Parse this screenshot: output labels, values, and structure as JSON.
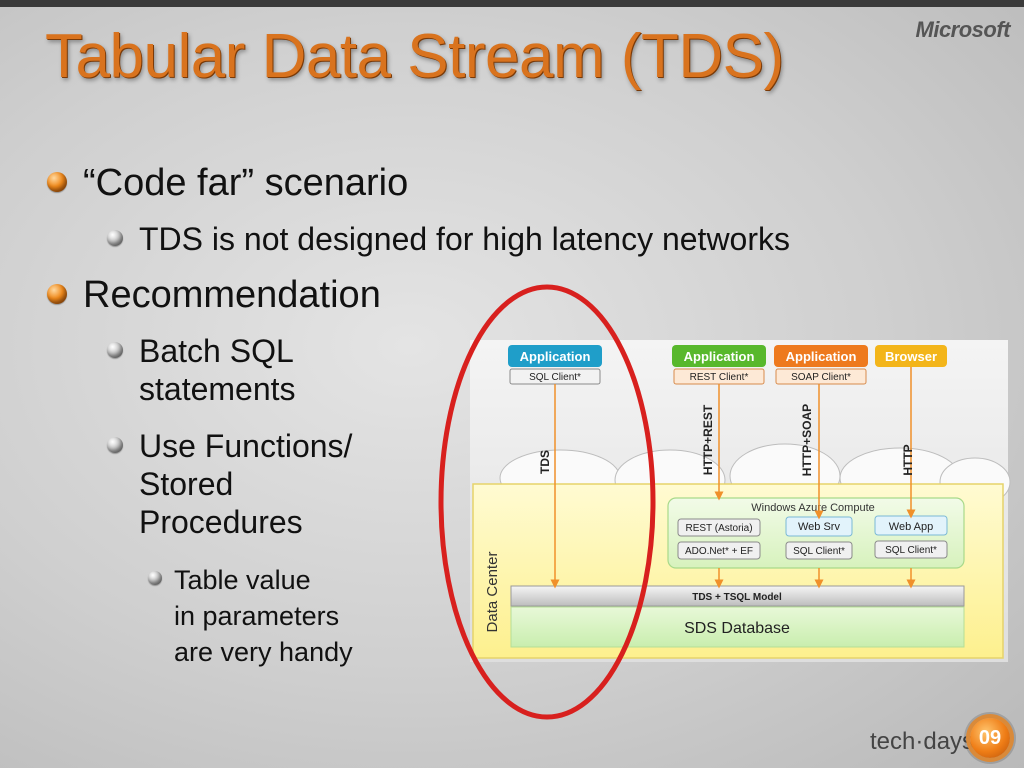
{
  "slide": {
    "title": "Tabular Data Stream (TDS)",
    "logo": "Microsoft",
    "bullets": {
      "b1": "“Code far” scenario",
      "b1_1": "TDS is not designed for high latency networks",
      "b2": "Recommendation",
      "b2_1_line1": "Batch SQL",
      "b2_1_line2": "statements",
      "b2_2_line1": "Use Functions/",
      "b2_2_line2": "Stored",
      "b2_2_line3": "Procedures",
      "b2_2_1_line1": "Table value",
      "b2_2_1_line2": "in parameters",
      "b2_2_1_line3": "are very handy"
    },
    "footer": {
      "brand": "tech·days",
      "badge": "09"
    }
  },
  "diagram": {
    "clients": [
      {
        "app": "Application",
        "sub": "SQL Client*",
        "protocol": "TDS",
        "color": "#1f9ec9"
      },
      {
        "app": "Application",
        "sub": "REST Client*",
        "protocol": "HTTP+REST",
        "color": "#58b82c"
      },
      {
        "app": "Application",
        "sub": "SOAP Client*",
        "protocol": "HTTP+SOAP",
        "color": "#ee7a1e"
      },
      {
        "app": "Browser",
        "sub": "",
        "protocol": "HTTP",
        "color": "#f3b51a"
      }
    ],
    "data_center": "Data Center",
    "azure_compute": "Windows Azure Compute",
    "compute_boxes": {
      "rest_astoria": "REST (Astoria)",
      "ado_net": "ADO.Net* + EF",
      "web_srv": "Web Srv",
      "sql_client_1": "SQL Client*",
      "web_app": "Web App",
      "sql_client_2": "SQL Client*"
    },
    "tds_model": "TDS + TSQL Model",
    "sds_database": "SDS Database",
    "highlight_color": "#d8201e"
  }
}
